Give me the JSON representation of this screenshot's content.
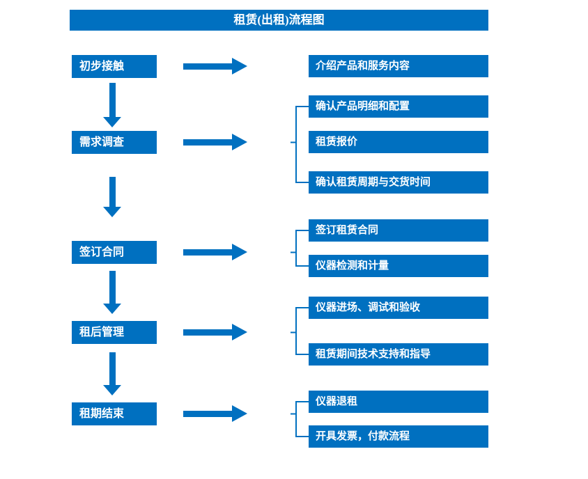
{
  "colors": {
    "accent": "#0070C0"
  },
  "title": "租赁(出租)流程图",
  "flow": {
    "stages": [
      {
        "label": "初步接触",
        "items": [
          "介绍产品和服务内容"
        ]
      },
      {
        "label": "需求调查",
        "items": [
          "确认产品明细和配置",
          "租赁报价",
          "确认租赁周期与交货时间"
        ]
      },
      {
        "label": "签订合同",
        "items": [
          "签订租赁合同",
          "仪器检测和计量"
        ]
      },
      {
        "label": "租后管理",
        "items": [
          "仪器进场、调试和验收",
          "租赁期间技术支持和指导"
        ]
      },
      {
        "label": "租期结束",
        "items": [
          "仪器退租",
          "开具发票，付款流程"
        ]
      }
    ]
  }
}
